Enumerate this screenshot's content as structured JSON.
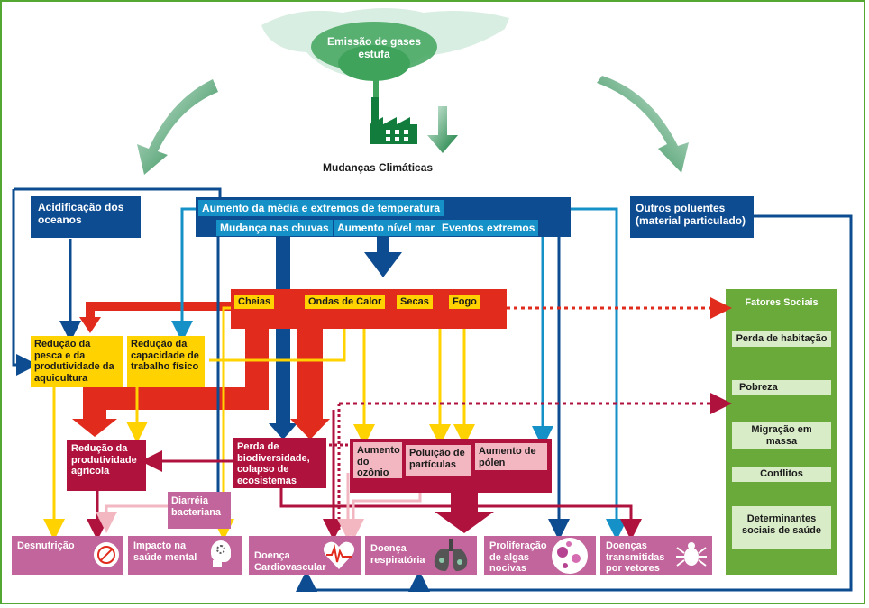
{
  "emission": {
    "label": "Emissão de gases estufa"
  },
  "climate_change": {
    "label": "Mudanças Climáticas"
  },
  "ocean_acidification": {
    "label": "Acidificação dos oceanos"
  },
  "temperature": {
    "label": "Aumento da média e extremos de temperatura"
  },
  "rain_change": {
    "label": "Mudança nas chuvas"
  },
  "sea_level": {
    "label": "Aumento nível mar"
  },
  "extreme_events": {
    "label": "Eventos extremos"
  },
  "other_pollutants": {
    "label": "Outros poluentes (material particulado)"
  },
  "hazards": {
    "floods": "Cheias",
    "heat_waves": "Ondas de Calor",
    "droughts": "Secas",
    "fire": "Fogo"
  },
  "fisheries": {
    "label": "Redução da pesca e da produtividade da aquicultura"
  },
  "work_capacity": {
    "label": "Redução da capacidade de trabalho físico"
  },
  "agri": {
    "label": "Redução da produtividade agrícola"
  },
  "biodiversity": {
    "label": "Perda de biodiversidade, colapso de ecosistemas"
  },
  "ozone": {
    "label": "Aumento do ozônio"
  },
  "particles": {
    "label": "Poluição de partículas"
  },
  "pollen": {
    "label": "Aumento de pólen"
  },
  "diarrhea": {
    "label": "Diarréia bacteriana"
  },
  "outcomes": {
    "malnutrition": "Desnutrição",
    "mental": "Impacto na saúde mental",
    "cardio": "Doença Cardiovascular",
    "respiratory": "Doença respiratória",
    "algae": "Proliferação de algas nocivas",
    "vector": "Doenças transmitidas por vetores"
  },
  "social_factors": {
    "title": "Fatores Sociais",
    "items": [
      "Perda de habitação",
      "Pobreza",
      "Migração em massa",
      "Conflitos",
      "Determinantes sociais de saúde"
    ]
  },
  "colors": {
    "navy": "#0e4c92",
    "light_blue": "#1591c8",
    "red": "#e12b1c",
    "crimson": "#b0123e",
    "yellow": "#ffd200",
    "pink": "#f2b7c0",
    "purple": "#c2659c",
    "green": "#6aaa3a",
    "dark_green": "#127c3c"
  },
  "icons": [
    "factory-icon",
    "cloud-icon",
    "curved-arrow-icon",
    "heart-icon",
    "lungs-icon",
    "bacteria-icon",
    "tick-icon",
    "head-gears-icon",
    "empty-plate-icon"
  ]
}
